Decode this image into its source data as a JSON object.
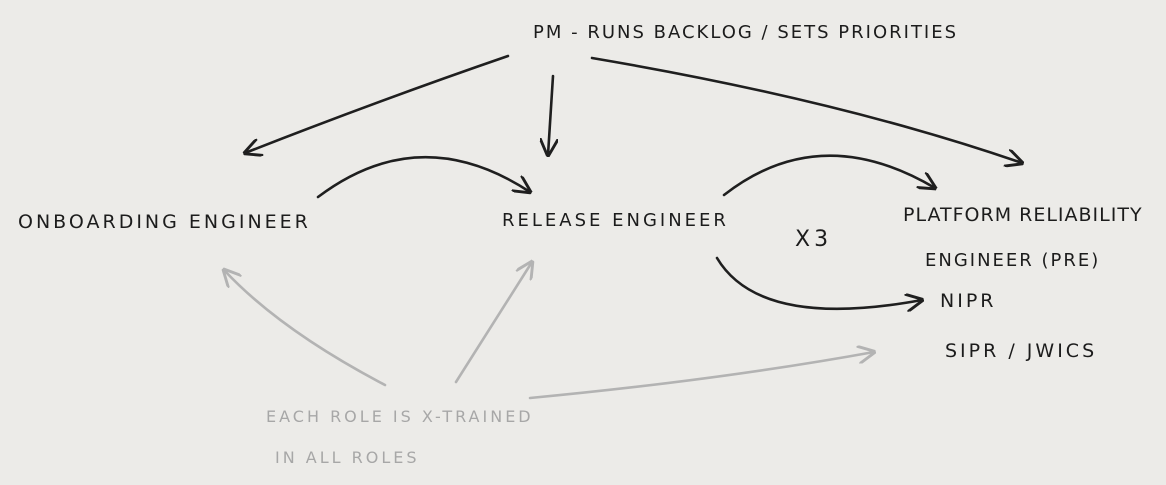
{
  "nodes": {
    "pm": "PM - Runs Backlog / sets priorities",
    "onboarding": "Onboarding engineer",
    "release": "Release engineer",
    "multiplier": "x3",
    "platform_line1": "Platform Reliability",
    "platform_line2": "engineer (PRE)",
    "nipr": "NIPR",
    "sipr": "SIPR / JWICS",
    "note_line1": "Each role is x-trained",
    "note_line2": "in all roles"
  },
  "colors": {
    "ink": "#1c1c1c",
    "ink_light": "#a7a7a7",
    "paper": "#ecebe8"
  }
}
